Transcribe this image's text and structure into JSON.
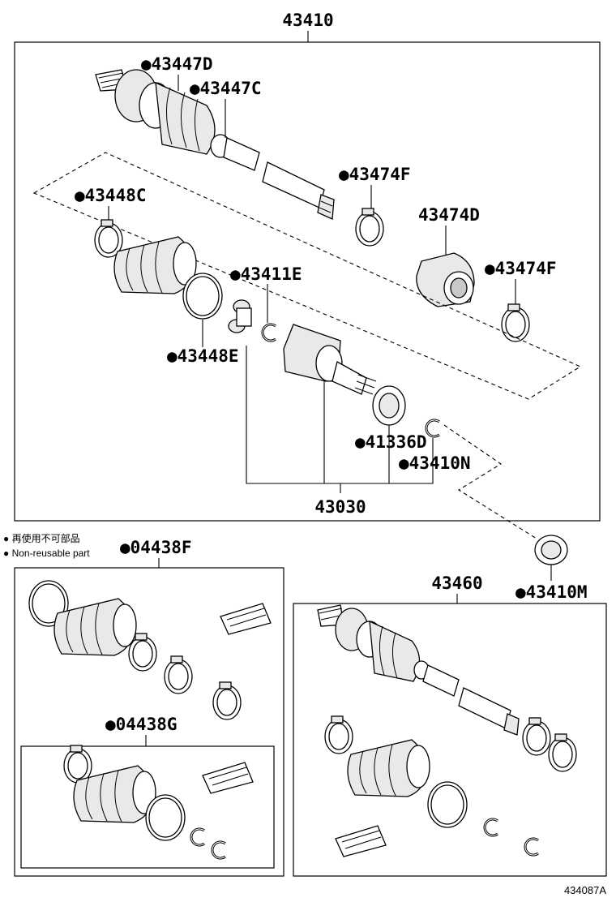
{
  "labels": {
    "p43410": "43410",
    "p43447D": "●43447D",
    "p43447C": "●43447C",
    "p43474F_a": "●43474F",
    "p43474D": "43474D",
    "p43474F_b": "●43474F",
    "p43448C": "●43448C",
    "p43411E": "●43411E",
    "p43448E": "●43448E",
    "p41336D": "●41336D",
    "p43410N": "●43410N",
    "p43030": "43030",
    "p04438F": "●04438F",
    "p04438G": "●04438G",
    "p43460": "43460",
    "p43410M": "●43410M"
  },
  "legend": {
    "ja": "● 再使用不可部品",
    "en": "● Non-reusable part"
  },
  "figure_id": "434087A"
}
